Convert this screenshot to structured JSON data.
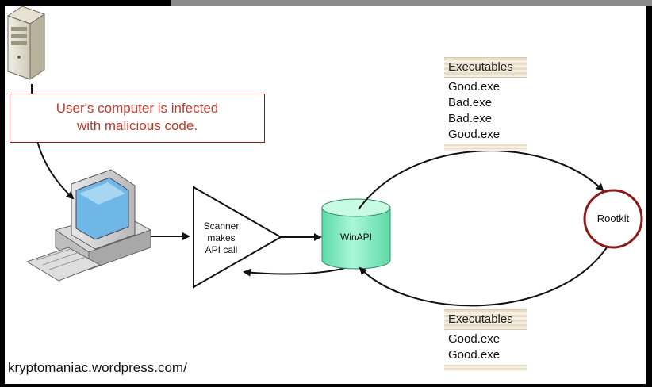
{
  "callout": {
    "line1": "User's computer is infected",
    "line2": "with malicious code."
  },
  "executables_top": {
    "header": "Executables",
    "items": [
      "Good.exe",
      "Bad.exe",
      "Bad.exe",
      "Good.exe"
    ]
  },
  "executables_bottom": {
    "header": "Executables",
    "items": [
      "Good.exe",
      "Good.exe"
    ]
  },
  "scanner": {
    "line1": "Scanner",
    "line2": "makes",
    "line3": "API call"
  },
  "winapi": {
    "label": "WinAPI"
  },
  "rootkit": {
    "label": "Rootkit"
  },
  "source": {
    "text": "kryptomaniac.wordpress.com/"
  },
  "colors": {
    "callout_border": "#8b1a1a",
    "callout_text": "#c0392b",
    "winapi_fill": "#8ff0c8",
    "rootkit_border": "#8b1a1a"
  }
}
